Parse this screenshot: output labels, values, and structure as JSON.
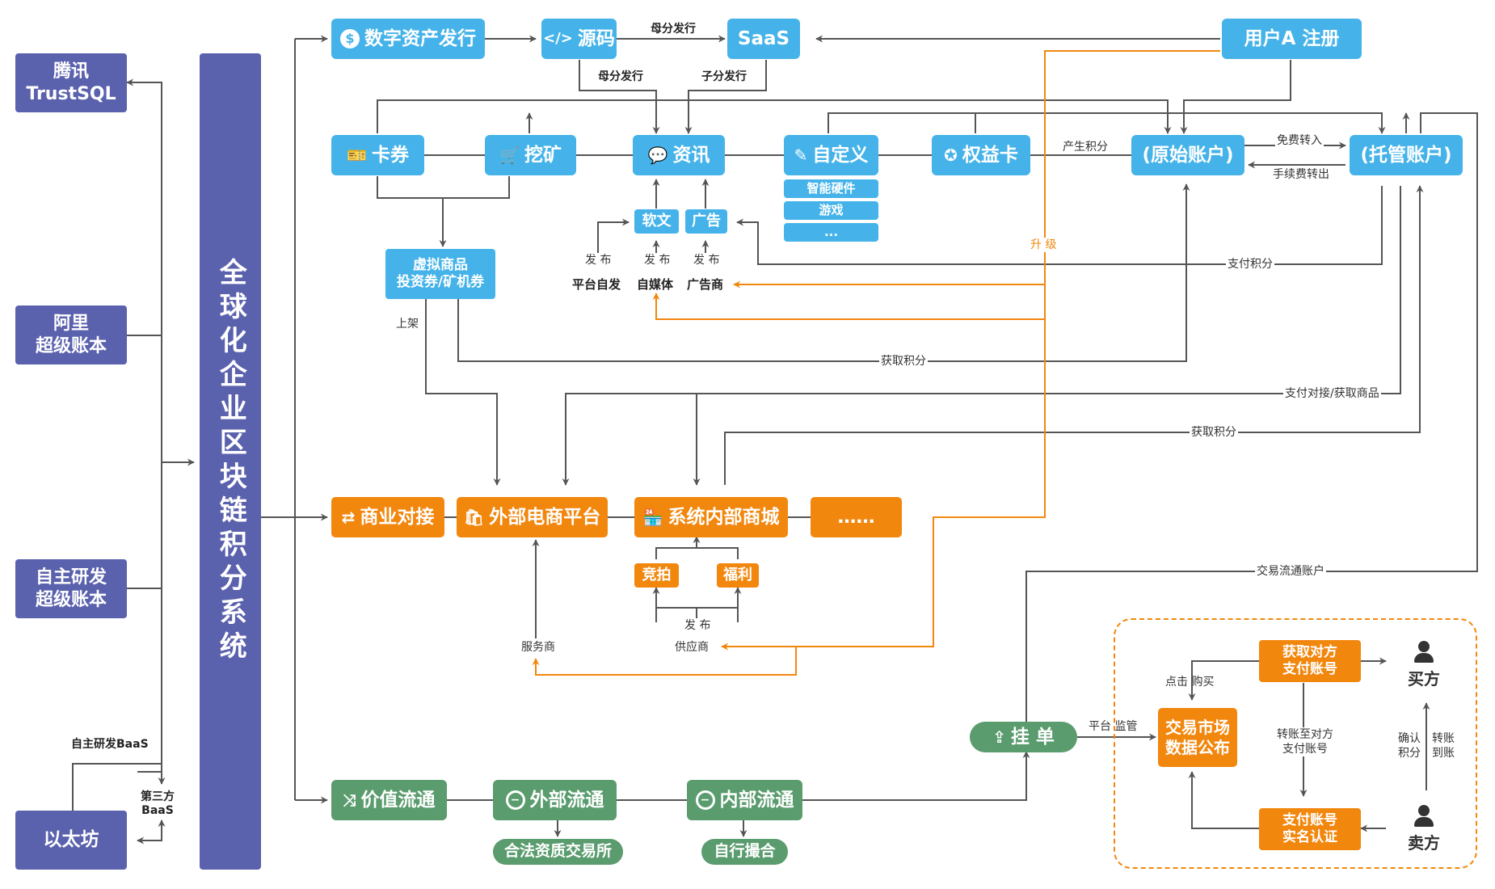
{
  "left": {
    "tencent": "腾讯\nTrustSQL",
    "ali": "阿里\n超级账本",
    "self": "自主研发\n超级账本",
    "ethereum": "以太坊",
    "self_baas": "自主研发BaaS",
    "third_baas": "第三方\nBaaS",
    "system": "全球化企业区块链积分系统"
  },
  "top": {
    "issue": "数字资产发行",
    "source": "源码",
    "saas": "SaaS",
    "register": "用户A 注册",
    "parent_issue_1": "母分发行",
    "parent_issue_2": "母分发行",
    "child_issue": "子分发行"
  },
  "middle": {
    "coupon": "卡券",
    "mining": "挖矿",
    "info": "资讯",
    "custom": "自定义",
    "rights": "权益卡",
    "original_account": "(原始账户)",
    "custody_account": "(托管账户)",
    "sub_items": [
      "智能硬件",
      "游戏",
      "..."
    ],
    "soft_article": "软文",
    "ad": "广告",
    "virtual_goods": "虚拟商品\n投资券/矿机券",
    "publisher_platform": "平台自发",
    "publisher_media": "自媒体",
    "publisher_ad": "广告商",
    "publish_1": "发 布",
    "publish_2": "发 布",
    "publish_3": "发 布",
    "generate_points": "产生积分",
    "free_transfer": "免费转入",
    "fee_transfer": "手续费转出",
    "pay_points": "支付积分",
    "upgrade": "升 级",
    "shelve": "上架",
    "get_points_1": "获取积分",
    "pay_get_goods": "支付对接/获取商品",
    "get_points_2": "获取积分"
  },
  "commerce": {
    "business": "商业对接",
    "external_mall": "外部电商平台",
    "internal_mall": "系统内部商城",
    "more": "……",
    "auction": "竞拍",
    "welfare": "福利",
    "service_provider": "服务商",
    "supplier": "供应商",
    "publish": "发 布",
    "trade_account": "交易流通账户"
  },
  "value": {
    "value_flow": "价值流通",
    "external_flow": "外部流通",
    "internal_flow": "内部流通",
    "exchange": "合法资质交易所",
    "matching": "自行撮合",
    "listing": "挂 单",
    "platform_supervise": "平台 监管"
  },
  "market": {
    "market": "交易市场\n数据公布",
    "get_account": "获取对方\n支付账号",
    "verify_account": "支付账号\n实名认证",
    "buyer": "买方",
    "seller": "卖方",
    "click_buy": "点击 购买",
    "transfer_to": "转账至对方\n支付账号",
    "confirm_points": "确认\n积分",
    "transfer_arrive": "转账\n到账"
  },
  "colors": {
    "blue": "#45b3e9",
    "purple": "#5a61ad",
    "orange": "#f2870e",
    "green": "#5a9c6e",
    "line": "#555555"
  }
}
